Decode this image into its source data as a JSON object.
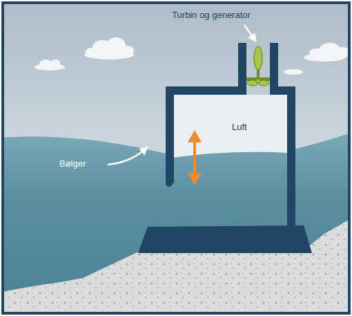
{
  "diagram": {
    "labels": [
      "Turbin og generator",
      "Luft",
      "Bølger"
    ]
  }
}
